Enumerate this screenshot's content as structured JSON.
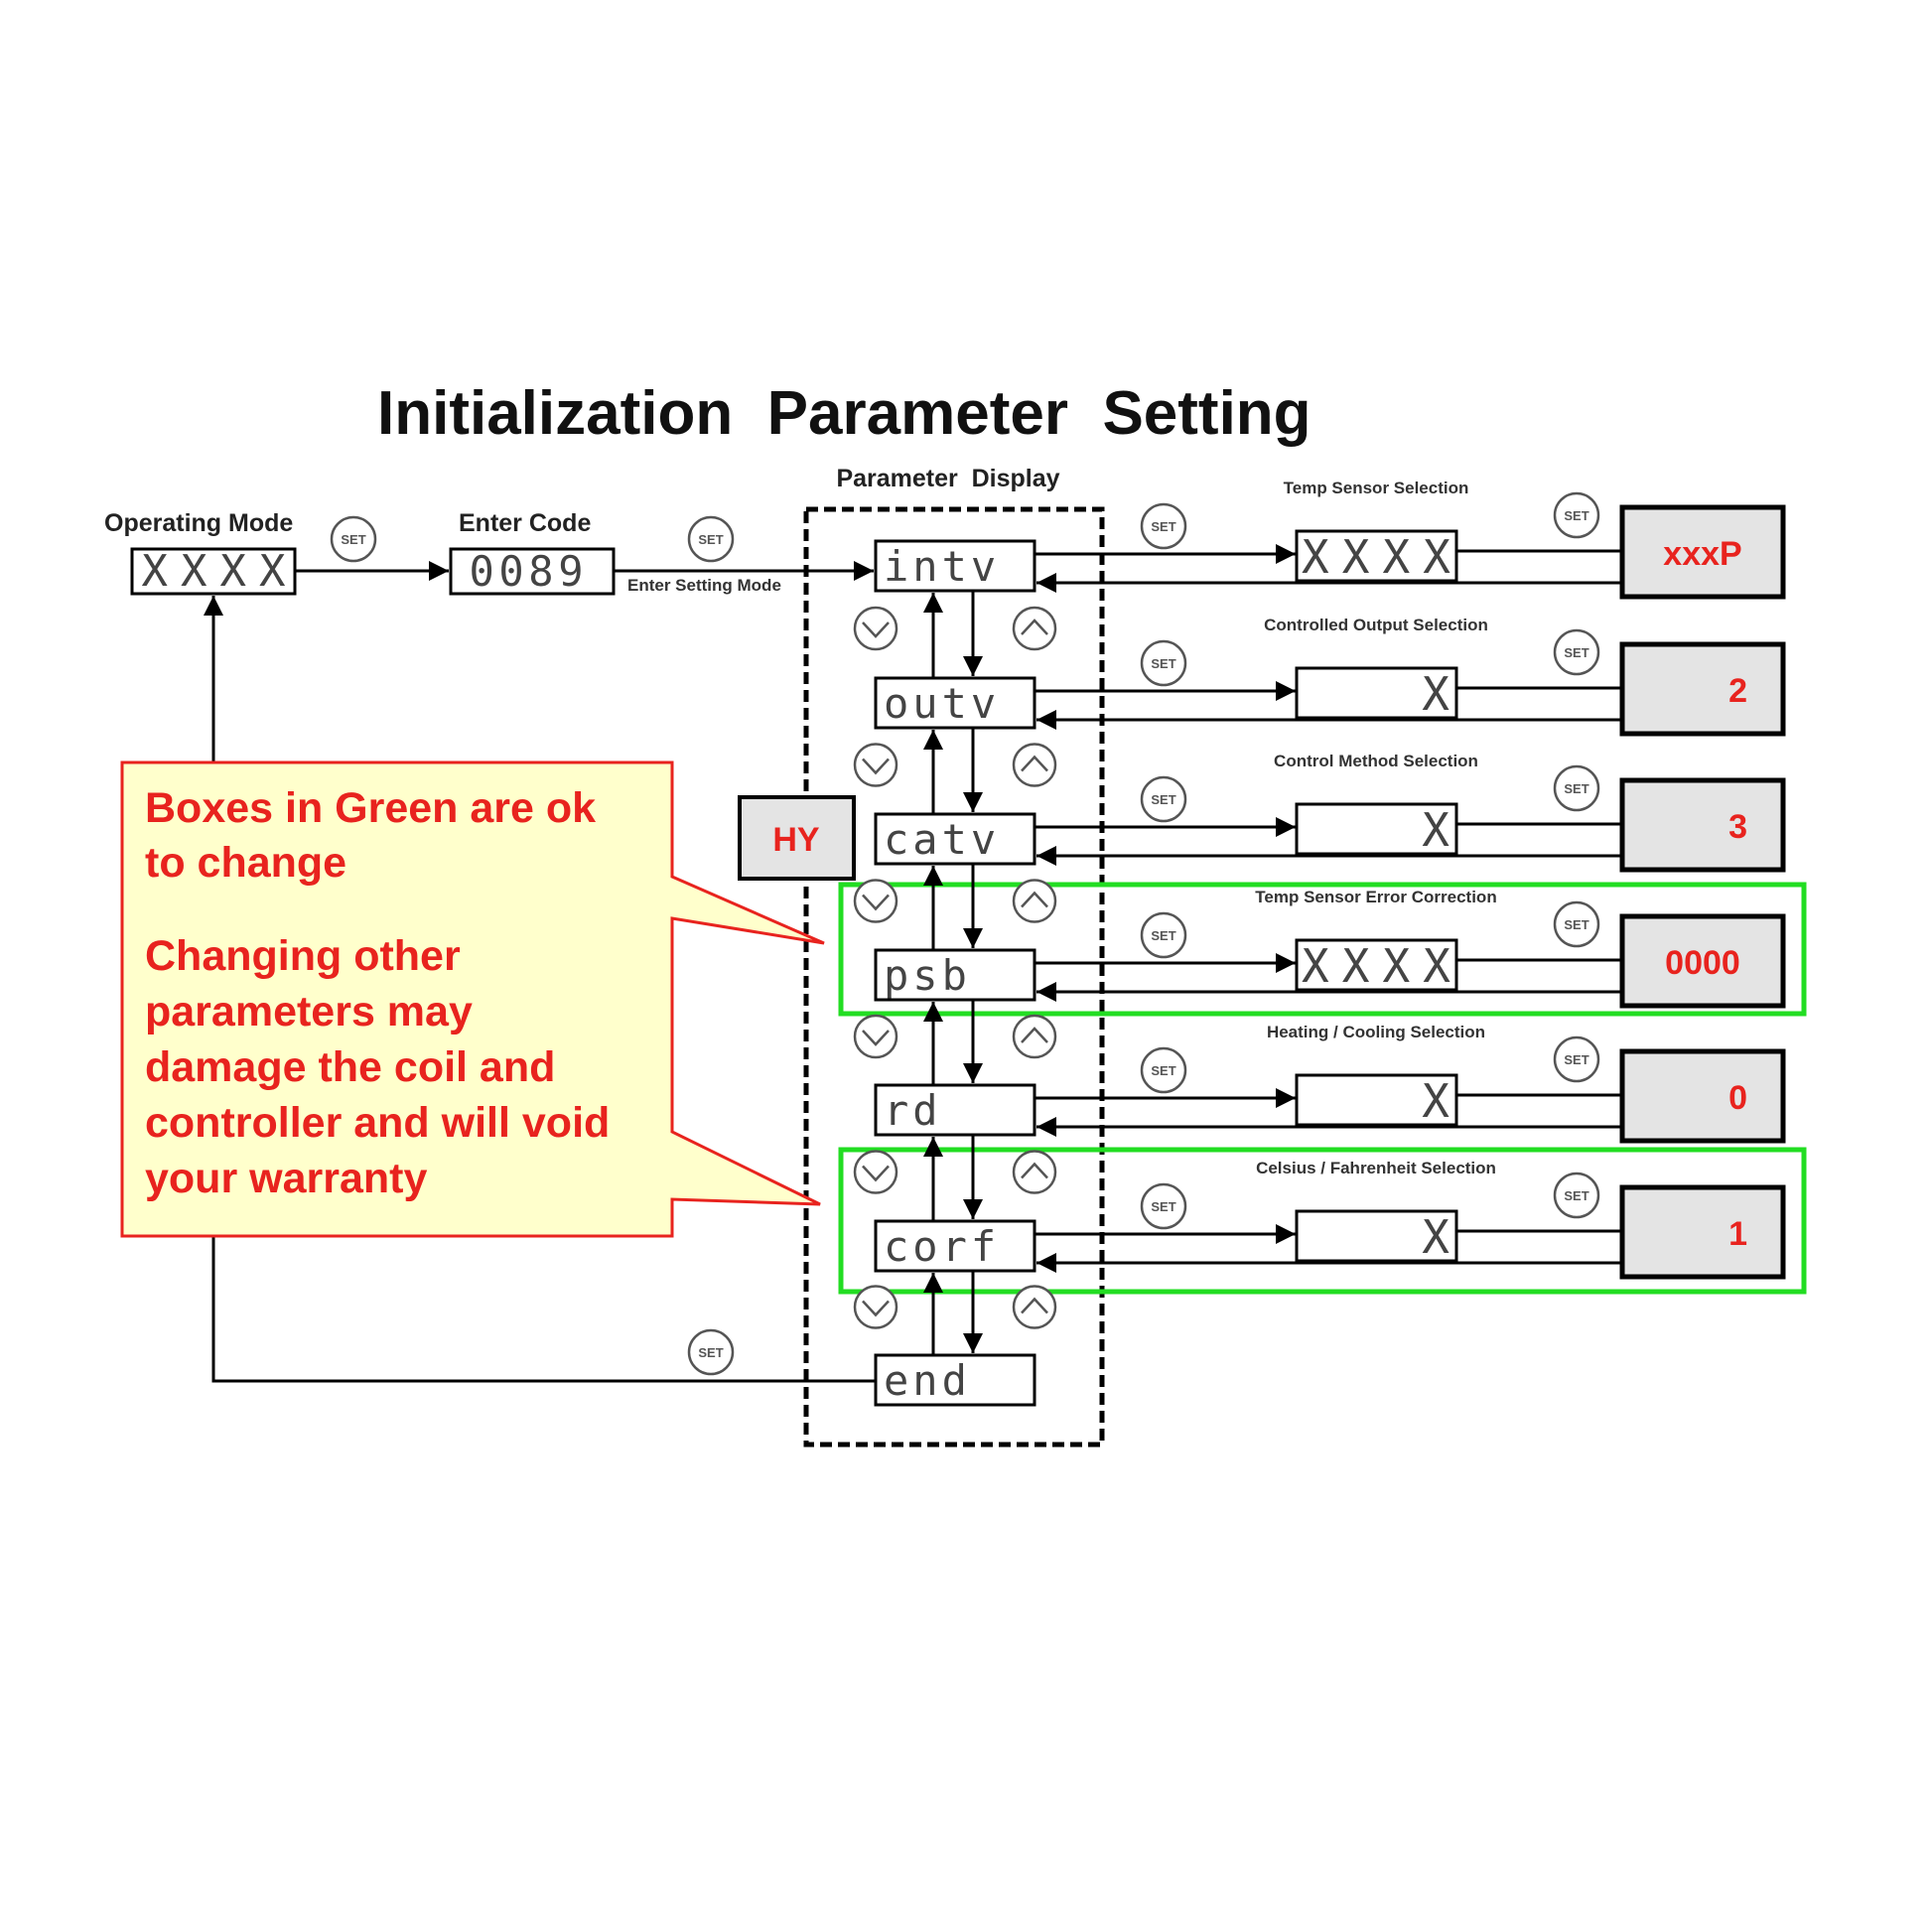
{
  "title": "Initialization  Parameter  Setting",
  "param_display_label": "Parameter  Display",
  "operating_mode": {
    "label": "Operating Mode",
    "display": "XXXX"
  },
  "enter_code": {
    "label": "Enter Code",
    "value": "0089",
    "caption": "Enter Setting Mode"
  },
  "set_button_label": "SET",
  "parameters": [
    {
      "code": "intv",
      "option_label": "Temp Sensor Selection",
      "option_display": "XXXX",
      "result": "xxxP",
      "editable": false
    },
    {
      "code": "outv",
      "option_label": "Controlled Output Selection",
      "option_display": "X",
      "result": "2",
      "editable": false
    },
    {
      "code": "catv",
      "option_label": "Control Method Selection",
      "option_display": "X",
      "result": "3",
      "editable": false
    },
    {
      "code": "psb",
      "option_label": "Temp Sensor Error Correction",
      "option_display": "XXXX",
      "result": "0000",
      "editable": true
    },
    {
      "code": "rd",
      "option_label": "Heating / Cooling Selection",
      "option_display": "X",
      "result": "0",
      "editable": false
    },
    {
      "code": "corf",
      "option_label": "Celsius / Fahrenheit Selection",
      "option_display": "X",
      "result": "1",
      "editable": true
    },
    {
      "code": "end"
    }
  ],
  "hy_box": "HY",
  "callout": {
    "lines_1": [
      "Boxes in Green are ok",
      "to change"
    ],
    "lines_2": [
      "Changing other",
      "parameters may",
      "damage the coil and",
      "controller and will void",
      "your warranty"
    ]
  },
  "colors": {
    "warning_red": "#e8231e",
    "callout_fill": "#ffffcc",
    "highlight_green": "#22dd22",
    "result_fill": "#e4e4e4"
  }
}
